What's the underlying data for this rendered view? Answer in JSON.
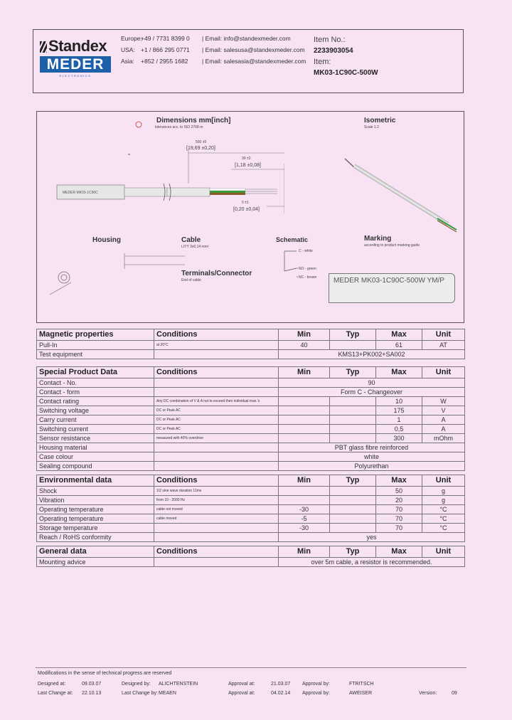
{
  "header": {
    "brand_top": "Standex",
    "brand_bottom": "MEDER",
    "brand_sub": "ELECTRONICS",
    "contacts": [
      {
        "region": "Europe:",
        "phone": "+49 / 7731 8399 0",
        "email": "| Email: info@standexmeder.com"
      },
      {
        "region": "USA:",
        "phone": "+1 / 866 295 0771",
        "email": "| Email: salesusa@standexmeder.com"
      },
      {
        "region": "Asia:",
        "phone": "+852 / 2955 1682",
        "email": "| Email: salesasia@standexmeder.com"
      }
    ],
    "item_no_label": "Item No.:",
    "item_no": "2233903054",
    "item_label": "Item:",
    "item": "MK03-1C90C-500W"
  },
  "drawing": {
    "dimensions_title": "Dimensions mm[inch]",
    "dim_notes": "tolerances acc. to ISO 2768-m",
    "dim_500": "500 ±5",
    "dim_500_inch": "[19,69 ±0,20]",
    "dim_30": "30 ±2",
    "dim_30_inch": "[1,18 ±0,08]",
    "dim_5": "5 ±1",
    "dim_5_inch": "[0,20 ±0,04]",
    "isometric_title": "Isometric",
    "isometric_notes": "Scale 1:2",
    "housing_title": "Housing",
    "cable_title": "Cable",
    "cable_notes": "LIYY 3x0,14 mm²",
    "terminals_title": "Terminals/Connector",
    "terminals_notes": "End of cable",
    "schematic_title": "Schematic",
    "sch_c": "C - white",
    "sch_no": "NO - green",
    "sch_nc": "NC - brown",
    "marking_title": "Marking",
    "marking_notes": "according to product marking guide",
    "marking_text": "MEDER MK03-1C90C-500W  YM/P"
  },
  "tables": [
    {
      "title": "Magnetic properties",
      "cols": [
        "Conditions",
        "Min",
        "Typ",
        "Max",
        "Unit"
      ],
      "rows": [
        {
          "name": "Pull-In",
          "cond": "at 20°C",
          "min": "40",
          "typ": "",
          "max": "61",
          "unit": "AT"
        },
        {
          "name": "Test equipment",
          "cond": "",
          "merge": "KMS13+PK002+SA002"
        }
      ]
    },
    {
      "title": "Special Product Data",
      "cols": [
        "Conditions",
        "Min",
        "Typ",
        "Max",
        "Unit"
      ],
      "rows": [
        {
          "name": "Contact - No.",
          "cond": "",
          "merge": "90"
        },
        {
          "name": "Contact - form",
          "cond": "",
          "merge": "Form C - Changeover"
        },
        {
          "name": "Contact rating",
          "cond": "Any DC combination of V & A not to exceed their individual max.'s",
          "min": "",
          "typ": "",
          "max": "10",
          "unit": "W"
        },
        {
          "name": "Switching voltage",
          "cond": "DC or Peak AC",
          "min": "",
          "typ": "",
          "max": "175",
          "unit": "V"
        },
        {
          "name": "Carry current",
          "cond": "DC or Peak AC",
          "min": "",
          "typ": "",
          "max": "1",
          "unit": "A"
        },
        {
          "name": "Switching current",
          "cond": "DC or Peak AC",
          "min": "",
          "typ": "",
          "max": "0,5",
          "unit": "A"
        },
        {
          "name": "Sensor resistance",
          "cond": "measured with 40% overdrive",
          "min": "",
          "typ": "",
          "max": "300",
          "unit": "mOhm"
        },
        {
          "name": "Housing material",
          "cond": "",
          "merge": "PBT glass fibre reinforced"
        },
        {
          "name": "Case colour",
          "cond": "",
          "merge": "white"
        },
        {
          "name": "Sealing compound",
          "cond": "",
          "merge": "Polyurethan"
        }
      ]
    },
    {
      "title": "Environmental data",
      "cols": [
        "Conditions",
        "Min",
        "Typ",
        "Max",
        "Unit"
      ],
      "rows": [
        {
          "name": "Shock",
          "cond": "1/2 sine wave duration 11ms",
          "min": "",
          "typ": "",
          "max": "50",
          "unit": "g"
        },
        {
          "name": "Vibration",
          "cond": "from 10 - 2000 Hz",
          "min": "",
          "typ": "",
          "max": "20",
          "unit": "g"
        },
        {
          "name": "Operating temperature",
          "cond": "cable not moved",
          "min": "-30",
          "typ": "",
          "max": "70",
          "unit": "°C"
        },
        {
          "name": "Operating temperature",
          "cond": "cable moved",
          "min": "-5",
          "typ": "",
          "max": "70",
          "unit": "°C"
        },
        {
          "name": "Storage temperature",
          "cond": "",
          "min": "-30",
          "typ": "",
          "max": "70",
          "unit": "°C"
        },
        {
          "name": "Reach / RoHS conformity",
          "cond": "",
          "merge": "yes"
        }
      ]
    },
    {
      "title": "General data",
      "cols": [
        "Conditions",
        "Min",
        "Typ",
        "Max",
        "Unit"
      ],
      "rows": [
        {
          "name": "Mounting advice",
          "cond": "",
          "merge": "over 5m cable, a resistor is  recommended."
        }
      ]
    }
  ],
  "footer": {
    "note": "Modifications in the sense of technical progress are reserved",
    "r1": {
      "a": "Designed at:",
      "b": "09.03.07",
      "c": "Designed by:",
      "d": "ALICHTENSTEIN",
      "e": "Approval at:",
      "f": "21.03.07",
      "g": "Approval by:",
      "h": "FTRITSCH"
    },
    "r2": {
      "a": "Last Change at:",
      "b": "22.10.13",
      "c": "Last Change by:",
      "d": "MEAEN",
      "e": "Approval at:",
      "f": "04.02.14",
      "g": "Approval by:",
      "h": "AWEISER",
      "i": "Version:",
      "j": "09"
    }
  }
}
